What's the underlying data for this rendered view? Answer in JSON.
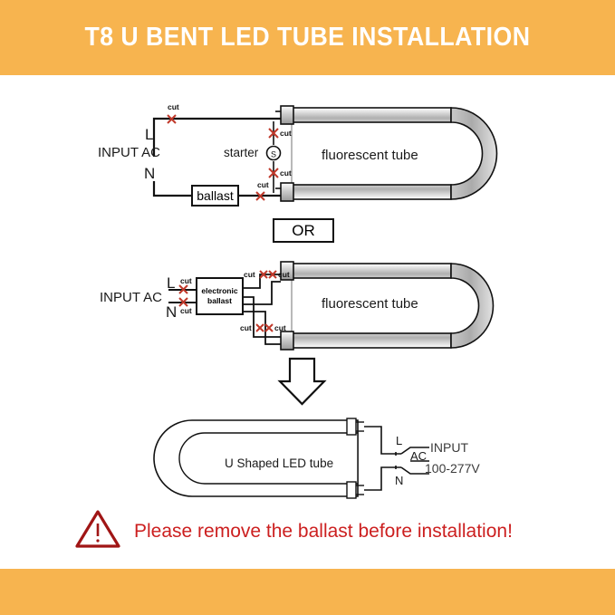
{
  "header": {
    "title": "T8 U BENT LED TUBE INSTALLATION",
    "bg_color": "#f7b44f",
    "text_color": "#ffffff"
  },
  "footer": {
    "bg_color": "#f7b44f"
  },
  "diagram_magnetic": {
    "input_label": "INPUT AC",
    "line_l": "L",
    "line_n": "N",
    "cut_top": "cut",
    "cut_starter_top": "cut",
    "cut_starter_bottom": "cut",
    "cut_ballast": "cut",
    "starter_label": "starter",
    "starter_symbol": "S",
    "ballast_label": "ballast",
    "tube_label": "fluorescent tube"
  },
  "divider": {
    "or_label": "OR"
  },
  "diagram_electronic": {
    "input_label": "INPUT AC",
    "line_l": "L",
    "line_n": "N",
    "cut_l": "cut",
    "cut_n": "cut",
    "cut_out_top_left": "cut",
    "cut_out_top_right": "cut",
    "cut_out_bottom_left": "cut",
    "cut_out_bottom_right": "cut",
    "ballast_line1": "electronic",
    "ballast_line2": "ballast",
    "tube_label": "fluorescent tube"
  },
  "arrow": {
    "direction": "down"
  },
  "diagram_led": {
    "tube_label": "U Shaped LED tube",
    "line_l": "L",
    "line_ac": "AC",
    "line_n": "N",
    "input_label": "INPUT",
    "voltage": "100-277V"
  },
  "warning": {
    "icon": "warning-triangle-icon",
    "text": "Please remove the ballast before installation!",
    "color": "#cc1f1f"
  },
  "colors": {
    "accent": "#f7b44f",
    "cut_mark": "#c0392b",
    "line": "#111111",
    "tube_fill_light": "#f2f2f2",
    "tube_fill_dark": "#b4b4b4"
  }
}
